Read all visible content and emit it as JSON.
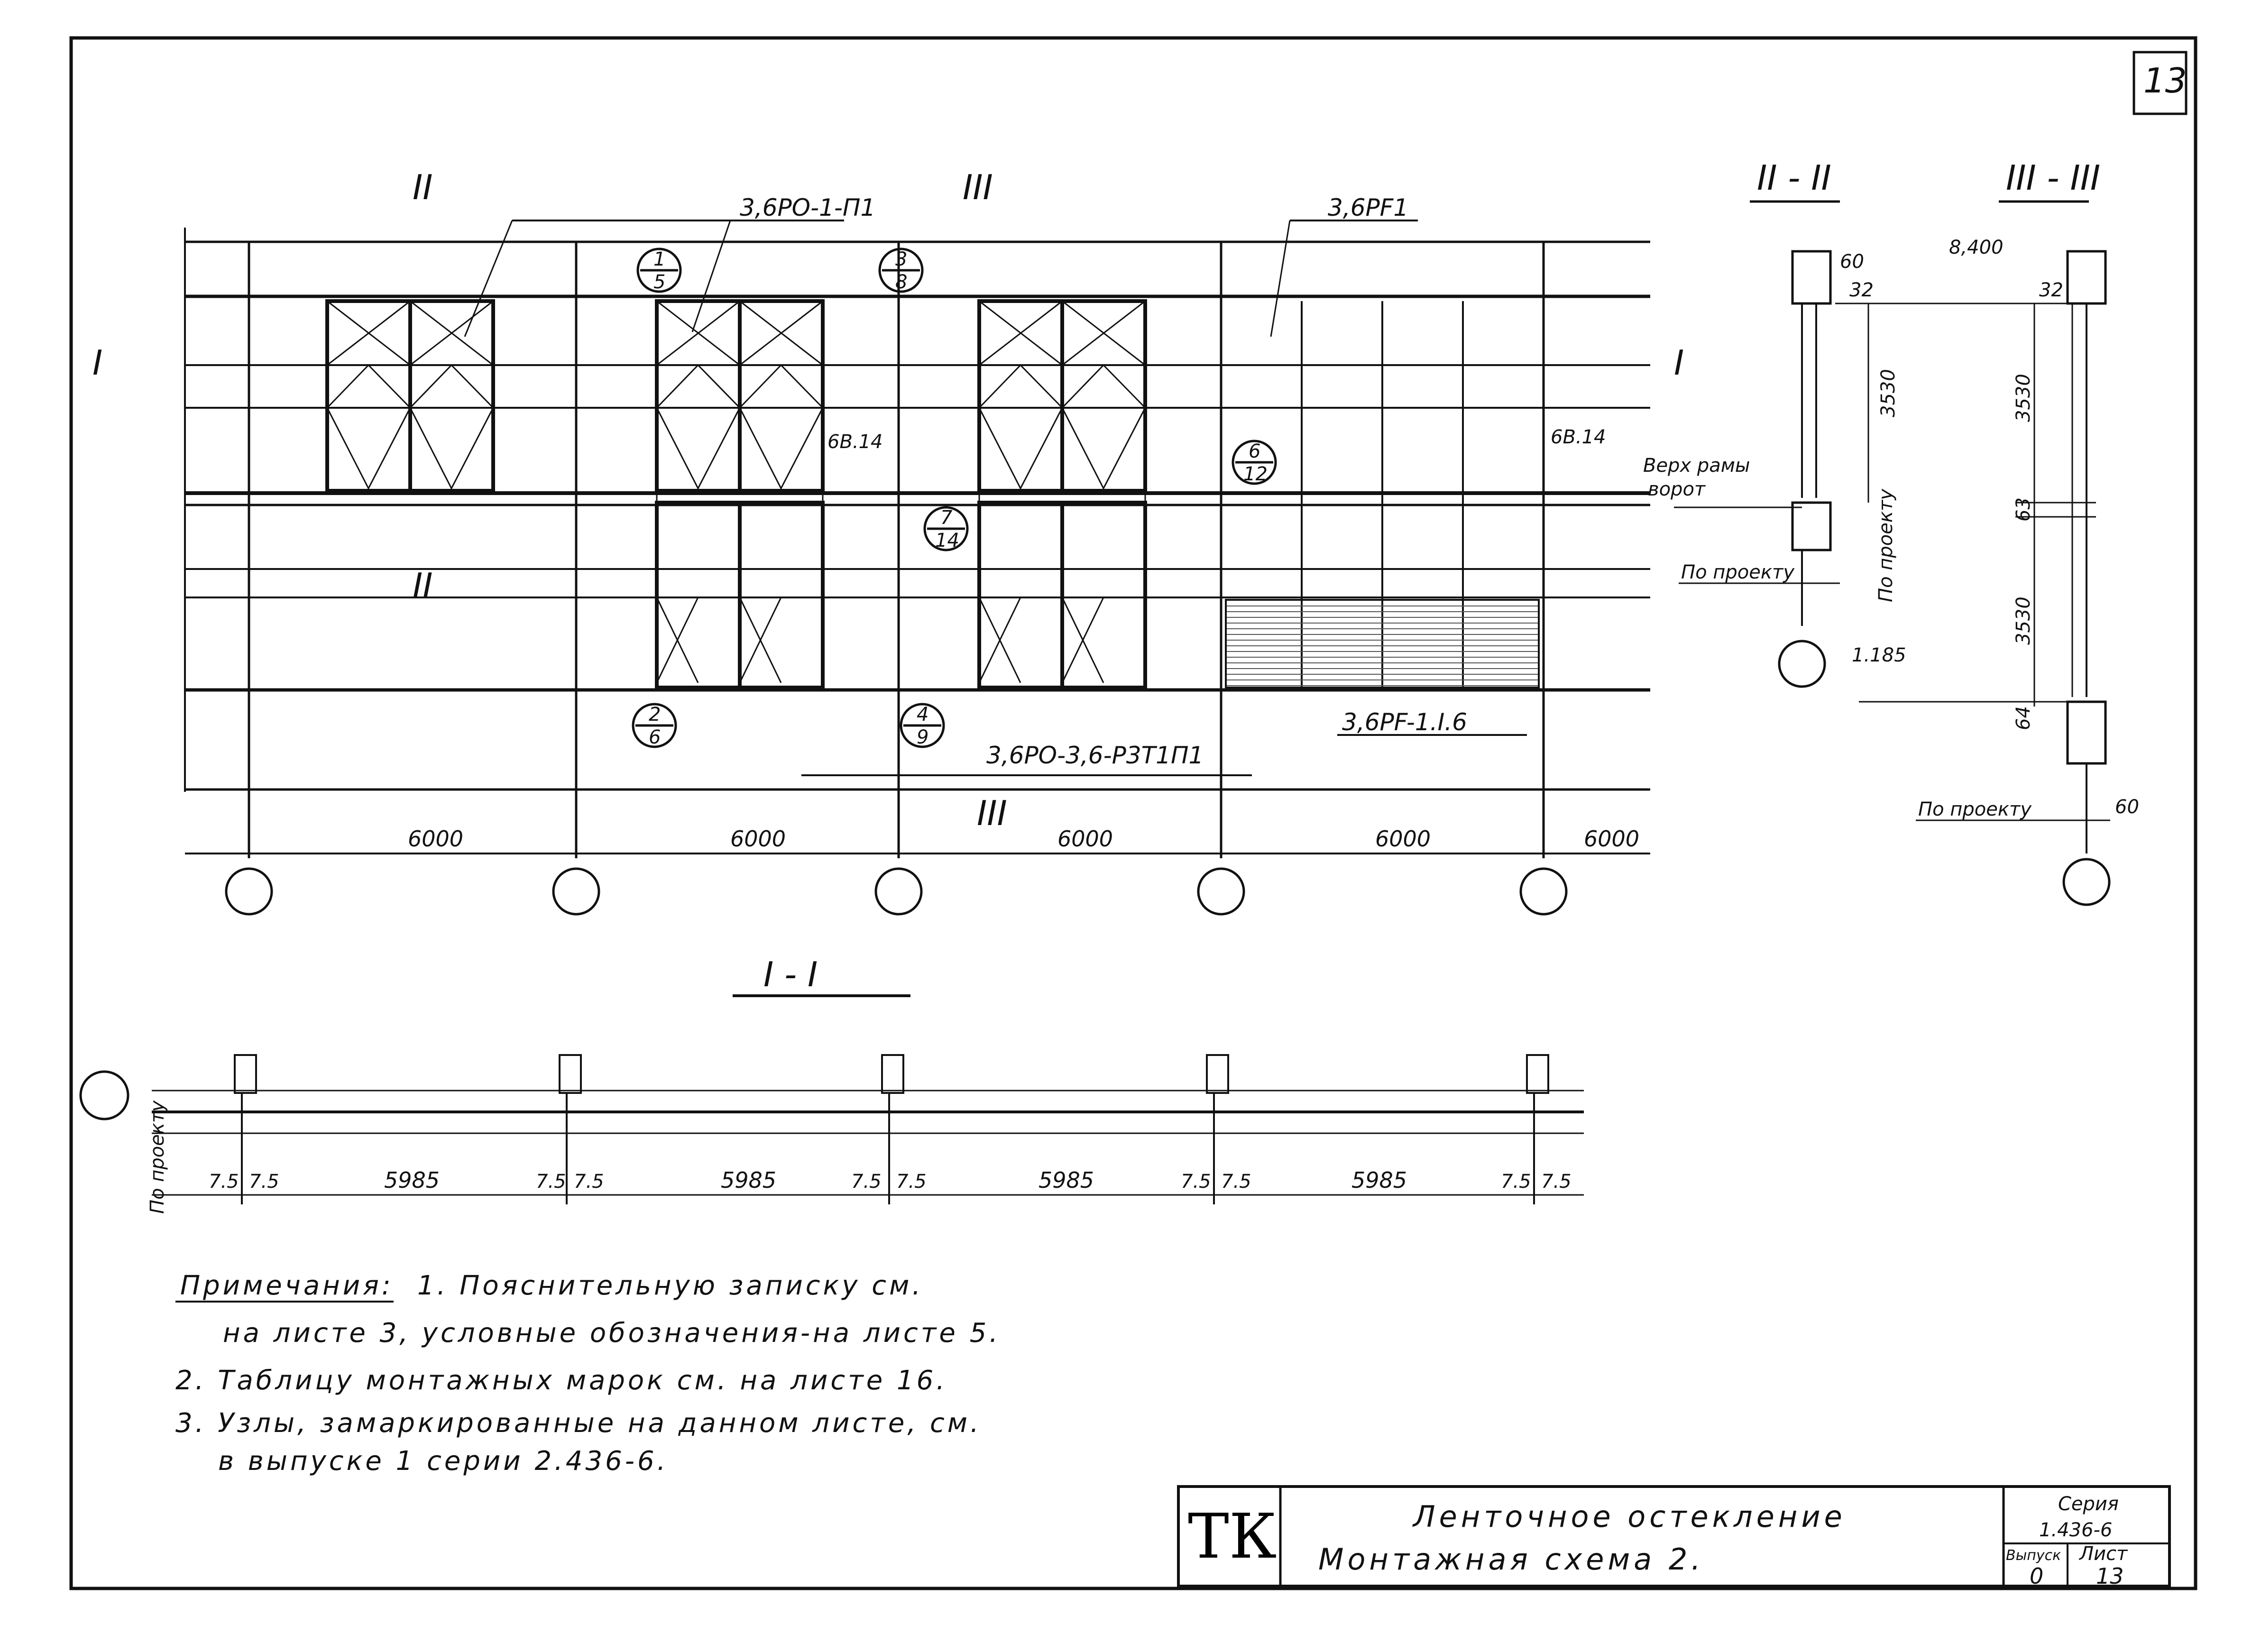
{
  "sheet": {
    "number": "13"
  },
  "elevation": {
    "marks": {
      "m1": "3,6PO-1-П1",
      "m2": "3,6PF1",
      "m3": "3,6PO-3,6-P3T1П1",
      "m4": "3,6PF-1.I.6",
      "beam_left": "6В.14",
      "beam_right": "6В.14"
    },
    "section_marks": {
      "s1": "I",
      "s2": "II",
      "s3": "III"
    },
    "nodes": [
      {
        "top": "1",
        "bottom": "5"
      },
      {
        "top": "3",
        "bottom": "8"
      },
      {
        "top": "6",
        "bottom": "12"
      },
      {
        "top": "7",
        "bottom": "14"
      },
      {
        "top": "2",
        "bottom": "6"
      },
      {
        "top": "4",
        "bottom": "9"
      }
    ],
    "spans": [
      "6000",
      "6000",
      "6000",
      "6000",
      "6000"
    ]
  },
  "section_1": {
    "title": "I - I",
    "axis_label": "По проекту",
    "dims": [
      "7.5",
      "7.5",
      "5985",
      "7.5",
      "7.5",
      "5985",
      "7.5",
      "7.5",
      "5985",
      "7.5",
      "7.5",
      "5985",
      "7.5",
      "7.5"
    ]
  },
  "section_2": {
    "title": "II - II",
    "dim_60": "60",
    "dim_32": "32",
    "dim_3530": "3530",
    "label_verh": "Верх рамы",
    "label_vorot": "ворот",
    "label_po_proektu": "По проекту",
    "label_po_proektu_v": "По проекту"
  },
  "section_3": {
    "title": "III - III",
    "elev_top": "8,400",
    "elev_bottom": "1.185",
    "dim_32": "32",
    "dim_3530a": "3530",
    "dim_63": "63",
    "dim_3530b": "3530",
    "dim_64": "64",
    "dim_60": "60",
    "label_po_proektu": "По проекту"
  },
  "notes": {
    "heading": "Примечания:",
    "line1": "1. Пояснительную записку см.",
    "line2": "на листе 3,  условные обозначения-на листе 5.",
    "line3": "2. Таблицу монтажных марок см. на листе 16.",
    "line4": "3. Узлы, замаркированные на данном листе, см.",
    "line5": "в выпуске 1  серии 2.436-6."
  },
  "title_block": {
    "logo": "ТК",
    "title_line1": "Ленточное остекление",
    "title_line2": "Монтажная схема 2.",
    "series_label": "Серия",
    "series_value": "1.436-6",
    "issue_label": "Выпуск",
    "sheet_label": "Лист",
    "issue_value": "0",
    "sheet_value": "13"
  }
}
